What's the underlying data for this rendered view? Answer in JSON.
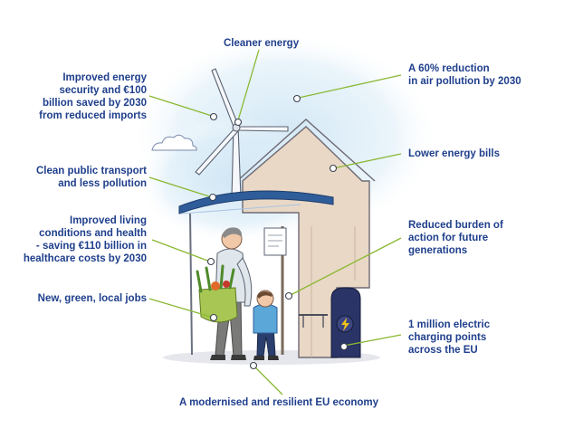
{
  "labels": {
    "cleaner_energy": "Cleaner energy",
    "air_pollution": [
      "A 60% reduction",
      "in air pollution by 2030"
    ],
    "energy_security": [
      "Improved energy",
      "security and €100",
      "billion saved by 2030",
      "from reduced imports"
    ],
    "lower_bills": "Lower energy bills",
    "public_transport": [
      "Clean public transport",
      "and less pollution"
    ],
    "living_conditions": [
      "Improved living",
      "conditions and health",
      "- saving €110 billion in",
      "healthcare costs by 2030"
    ],
    "future_generations": [
      "Reduced burden of",
      "action for future",
      "generations"
    ],
    "green_jobs": "New, green, local jobs",
    "charging_points": [
      "1 million electric",
      "charging points",
      "across the EU"
    ],
    "economy": "A modernised and resilient EU economy"
  },
  "colors": {
    "text": "#1f3f8c",
    "connector": "#8ab832",
    "bus_roof": "#2f5d9a",
    "house_wall": "#e9d8c6",
    "sky": "#cfe6f4",
    "charger": "#2a3466",
    "charger_bolt": "#f2c21b"
  },
  "icons": [
    "wind-turbine-icon",
    "cloud-icon",
    "house-icon",
    "bus-shelter-icon",
    "person-icon",
    "child-icon",
    "vegetable-bag-icon",
    "ev-charger-icon",
    "lightning-bolt-icon"
  ]
}
